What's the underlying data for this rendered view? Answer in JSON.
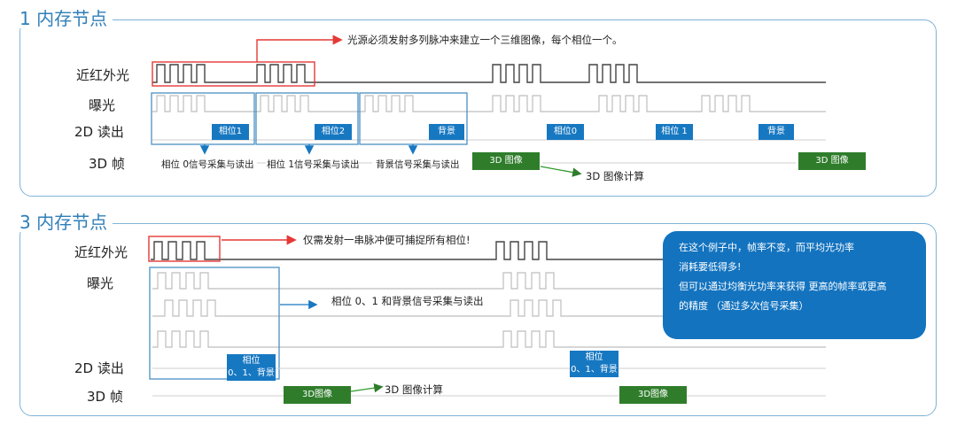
{
  "section1": {
    "title": "1 内存节点",
    "rows": [
      "近红外光",
      "曝光",
      "2D 读出",
      "3D 帧"
    ],
    "annotation": "光源必须发射多列脉冲来建立一个三维图像，每个相位一个。",
    "readout_boxes": [
      "相位1",
      "相位2",
      "背景",
      "相位0",
      "相位 1",
      "背景"
    ],
    "notes": [
      "相位 0信号采集与读出",
      "相位 1信号采集与读出",
      "背景信号采集与读出"
    ],
    "frame_boxes": [
      "3D 图像",
      "3D 图像"
    ],
    "compute_label": "3D 图像计算"
  },
  "section2": {
    "title": "3 内存节点",
    "rows": [
      "近红外光",
      "曝光",
      "2D 读出",
      "3D 帧"
    ],
    "annotation": "仅需发射一串脉冲便可捕捉所有相位!",
    "exposure_note": "相位 0、1 和背景信号采集与读出",
    "readout_box_line1": "相位",
    "readout_box_line2": "0、1、背景",
    "frame_box": "3D图像",
    "frame_box2": "3D图像",
    "compute_label": "3D 图像计算",
    "callout": [
      "在这个例子中，帧率不变，而平均光功率",
      "消耗要低得多!",
      "但可以通过均衡光功率来获得 更高的帧率或更高",
      "的精度  （通过多次信号采集）"
    ]
  },
  "colors": {
    "accent": "#2f7fb8",
    "red": "#e53935",
    "blue_box": "#1778c2",
    "green_box": "#2f7d2b"
  }
}
